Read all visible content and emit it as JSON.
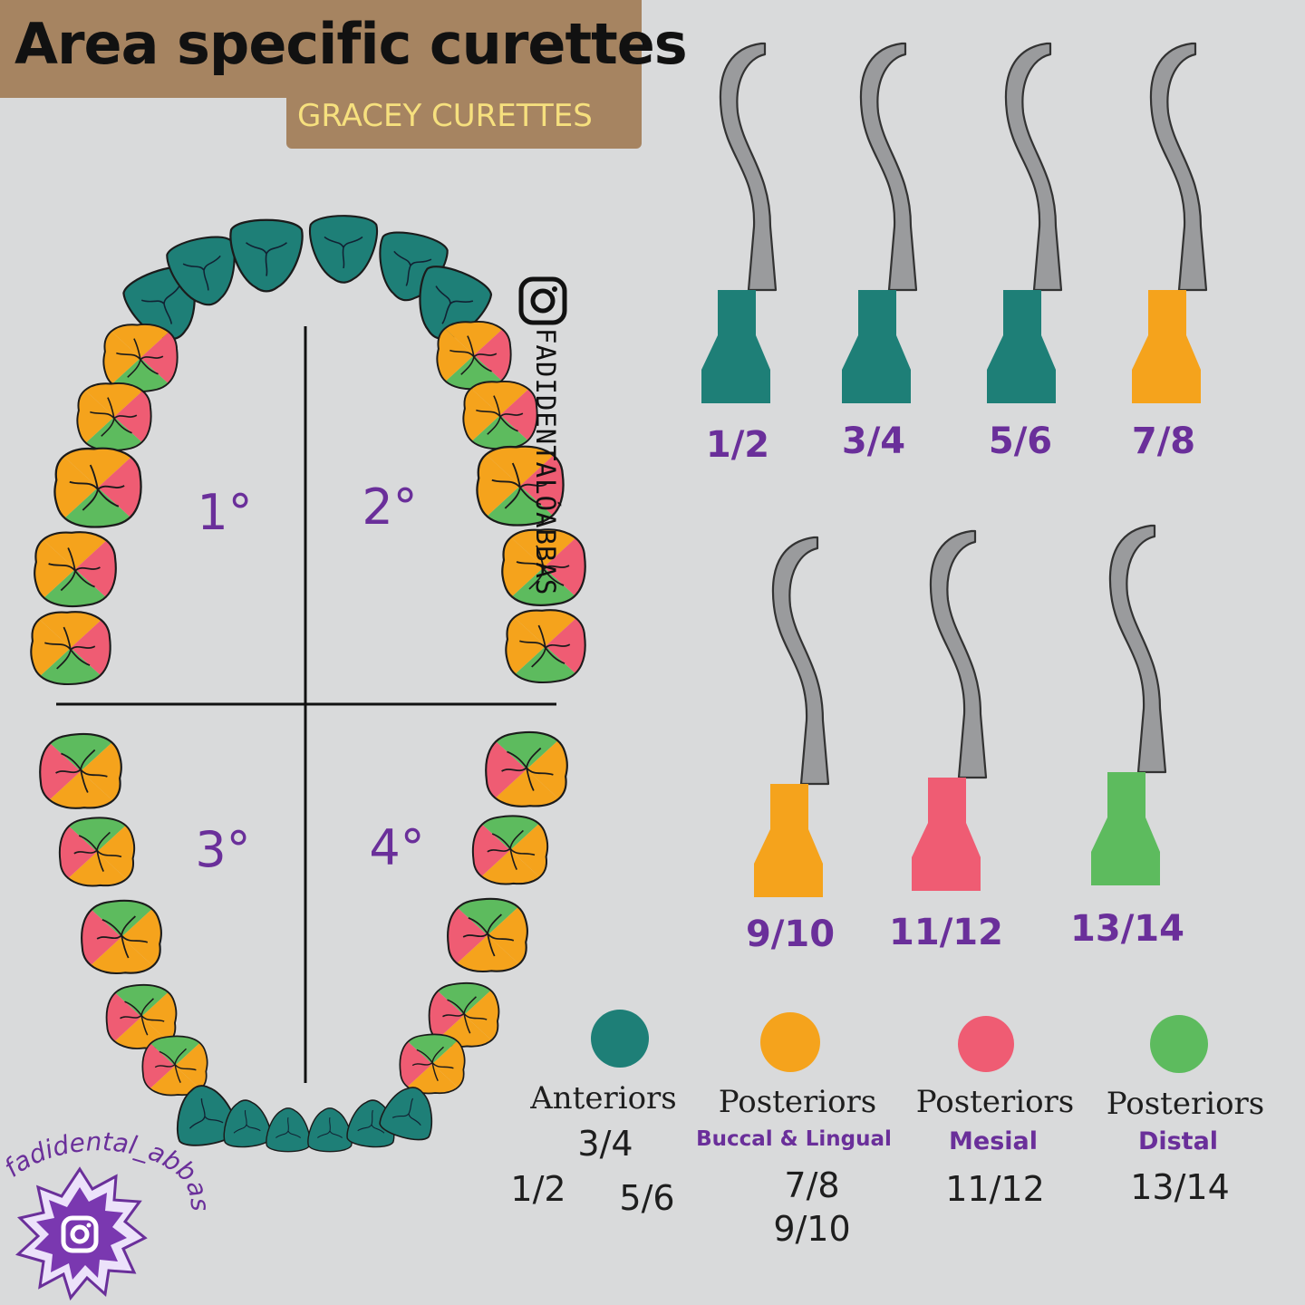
{
  "header": {
    "title": "Area specific curettes",
    "subtitle": "GRACEY CURETTES"
  },
  "colors": {
    "anteriors": "#1e7f77",
    "buccal_lingual": "#f5a31c",
    "mesial": "#ef5c73",
    "distal": "#5dbb5e",
    "accent_text": "#6a2f9a",
    "header_bg": "#a68461",
    "subtitle_text": "#f6e07e"
  },
  "quadrants": [
    "1°",
    "2°",
    "3°",
    "4°"
  ],
  "curettes": [
    {
      "label": "1/2",
      "color": "#1e7f77"
    },
    {
      "label": "3/4",
      "color": "#1e7f77"
    },
    {
      "label": "5/6",
      "color": "#1e7f77"
    },
    {
      "label": "7/8",
      "color": "#f5a31c"
    },
    {
      "label": "9/10",
      "color": "#f5a31c"
    },
    {
      "label": "11/12",
      "color": "#ef5c73"
    },
    {
      "label": "13/14",
      "color": "#5dbb5e"
    }
  ],
  "legend": [
    {
      "title": "Anteriors",
      "sub": "",
      "numbers": [
        "3/4",
        "1/2",
        "5/6"
      ],
      "color": "#1e7f77"
    },
    {
      "title": "Posteriors",
      "sub": "Buccal & Lingual",
      "numbers": [
        "7/8",
        "9/10"
      ],
      "color": "#f5a31c"
    },
    {
      "title": "Posteriors",
      "sub": "Mesial",
      "numbers": [
        "11/12"
      ],
      "color": "#ef5c73"
    },
    {
      "title": "Posteriors",
      "sub": "Distal",
      "numbers": [
        "13/14"
      ],
      "color": "#5dbb5e"
    }
  ],
  "watermark": {
    "vertical_handle": "FADIDENTALÓABBAS",
    "logo_text": "fadidental_abbas"
  }
}
